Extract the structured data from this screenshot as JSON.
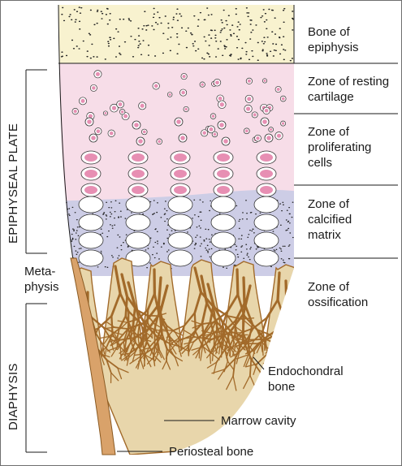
{
  "zone_labels": {
    "epiphysis": [
      "Bone of",
      "epiphysis"
    ],
    "resting": [
      "Zone of resting",
      "cartilage"
    ],
    "proliferating": [
      "Zone of",
      "proliferating",
      "cells"
    ],
    "calcified": [
      "Zone of",
      "calcified",
      "matrix"
    ],
    "ossification": [
      "Zone of",
      "ossification"
    ]
  },
  "side_labels": {
    "epiphyseal_plate": "EPIPHYSEAL PLATE",
    "metaphysis": [
      "Meta-",
      "physis"
    ],
    "diaphysis": "DIAPHYSIS"
  },
  "callouts": {
    "endochondral": [
      "Endochondral",
      "bone"
    ],
    "marrow_cavity": "Marrow cavity",
    "periosteal_bone": "Periosteal bone"
  },
  "colors": {
    "epiphysis_bone": "#f8f2cf",
    "cartilage": "#f7dde8",
    "calcified_matrix": "#cdcde6",
    "trabecula": "#e8d6ab",
    "trabecula_edge": "#a26a2a",
    "cell_nucleus": "#e78fb3",
    "lines": "#1a1a1a"
  }
}
